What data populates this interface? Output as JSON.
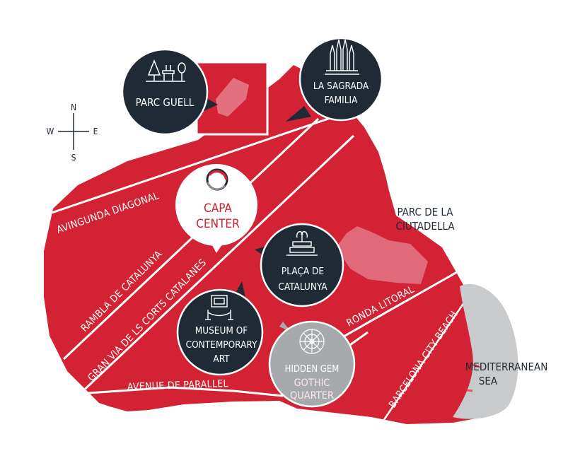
{
  "compass": {
    "north": "N",
    "south": "S",
    "west": "W",
    "east": "E"
  },
  "streets": {
    "diagonal": "AVINGUNDA DIAGONAL",
    "rambla": "RAMBLA DE CATALUNYA",
    "gran_via": "GRAN VIA DE LS CORTS CATALANES",
    "parallel": "AVENUE DE PARALLEL",
    "ronda": "RONDA LITORAL",
    "beach": "BARCELONA CITY BEACH"
  },
  "places": {
    "parc_guell": "PARC GUELL",
    "sagrada": {
      "line1": "LA SAGRADA",
      "line2": "FAMILIA"
    },
    "capa": {
      "line1": "CAPA",
      "line2": "CENTER"
    },
    "placa": {
      "line1": "PLAÇA DE",
      "line2": "CATALUNYA"
    },
    "museum": {
      "line1": "MUSEUM OF",
      "line2": "CONTEMPORARY",
      "line3": "ART"
    },
    "gem": {
      "line1": "HIDDEN GEM",
      "line2": "GOTHIC",
      "line3": "QUARTER"
    },
    "ciutadella": {
      "line1": "PARC DE LA",
      "line2": "CIUTADELLA"
    },
    "sea": {
      "line1": "MEDITERRANEAN",
      "line2": "SEA"
    }
  },
  "colors": {
    "red": "#d22233",
    "dark": "#1f2a35",
    "gray": "#a7aaad",
    "sea": "#c8cacc"
  }
}
